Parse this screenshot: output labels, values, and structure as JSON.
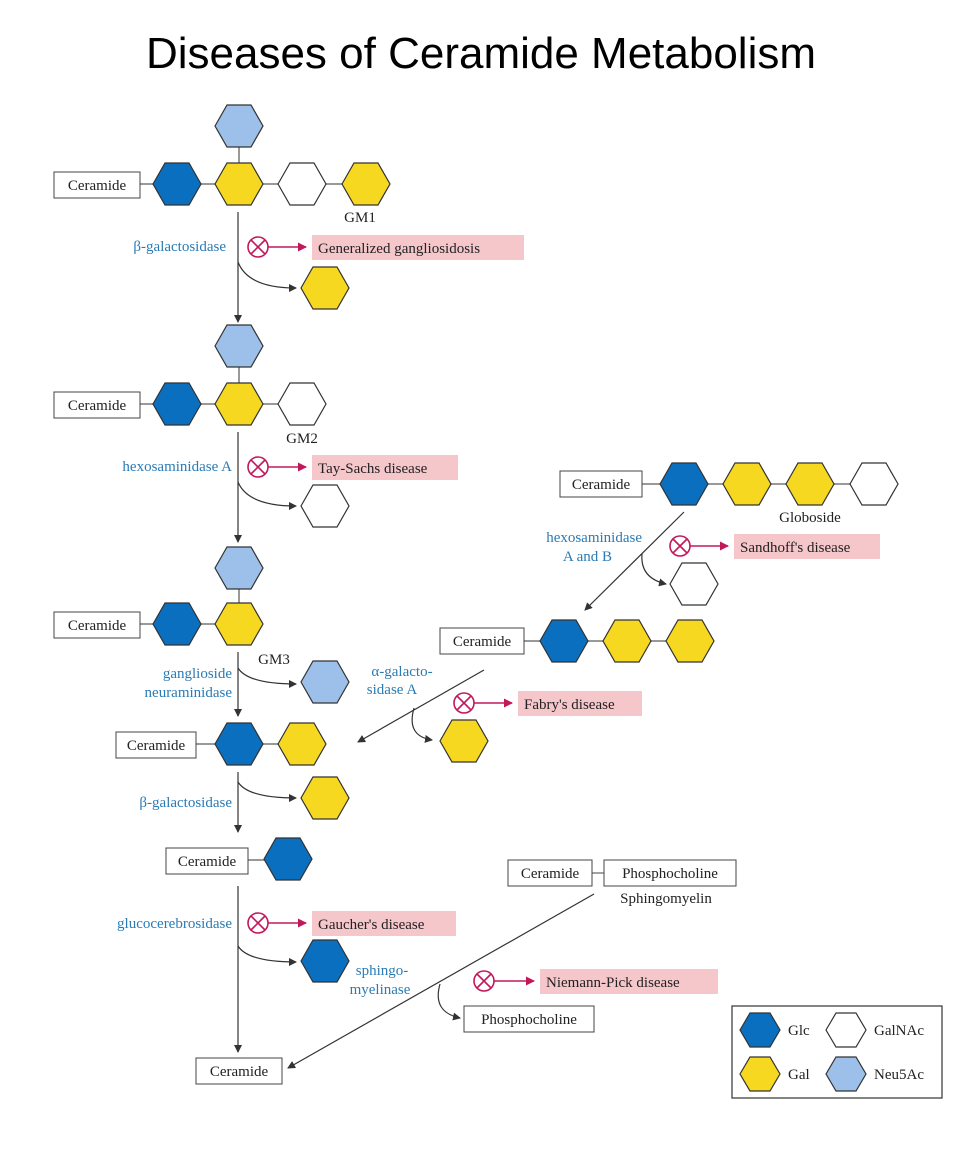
{
  "title": "Diseases of Ceramide Metabolism",
  "common": {
    "ceramide": "Ceramide"
  },
  "compounds": {
    "gm1": "GM1",
    "gm2": "GM2",
    "gm3": "GM3",
    "globoside": "Globoside",
    "sphingomyelin": "Sphingomyelin",
    "phosphocholine": "Phosphocholine"
  },
  "enzymes": {
    "beta_gal_1": "β-galactosidase",
    "hex_a": "hexosaminidase A",
    "hex_ab_1": "hexosaminidase",
    "hex_ab_2": "A and B",
    "gang_neur_1": "ganglioside",
    "gang_neur_2": "neuraminidase",
    "alpha_gal_1": "α-galacto-",
    "alpha_gal_2": "sidase A",
    "beta_gal_2": "β-galactosidase",
    "glucocereb": "glucocerebrosidase",
    "sphingo_1": "sphingo-",
    "sphingo_2": "myelinase"
  },
  "diseases": {
    "generalized": "Generalized gangliosidosis",
    "tay_sachs": "Tay-Sachs disease",
    "sandhoff": "Sandhoff's disease",
    "fabry": "Fabry's disease",
    "gaucher": "Gaucher's disease",
    "niemann_pick": "Niemann-Pick disease"
  },
  "legend": {
    "glc": "Glc",
    "gal": "Gal",
    "galnac": "GalNAc",
    "neu5ac": "Neu5Ac"
  },
  "colors": {
    "glc": "#0a6fbf",
    "gal": "#f7d820",
    "galnac": "#ffffff",
    "neu5ac": "#9cc0e9",
    "enzyme_text": "#2a7bb5",
    "disease_bg": "#f5c6ca",
    "block_symbol": "#c2185b"
  }
}
